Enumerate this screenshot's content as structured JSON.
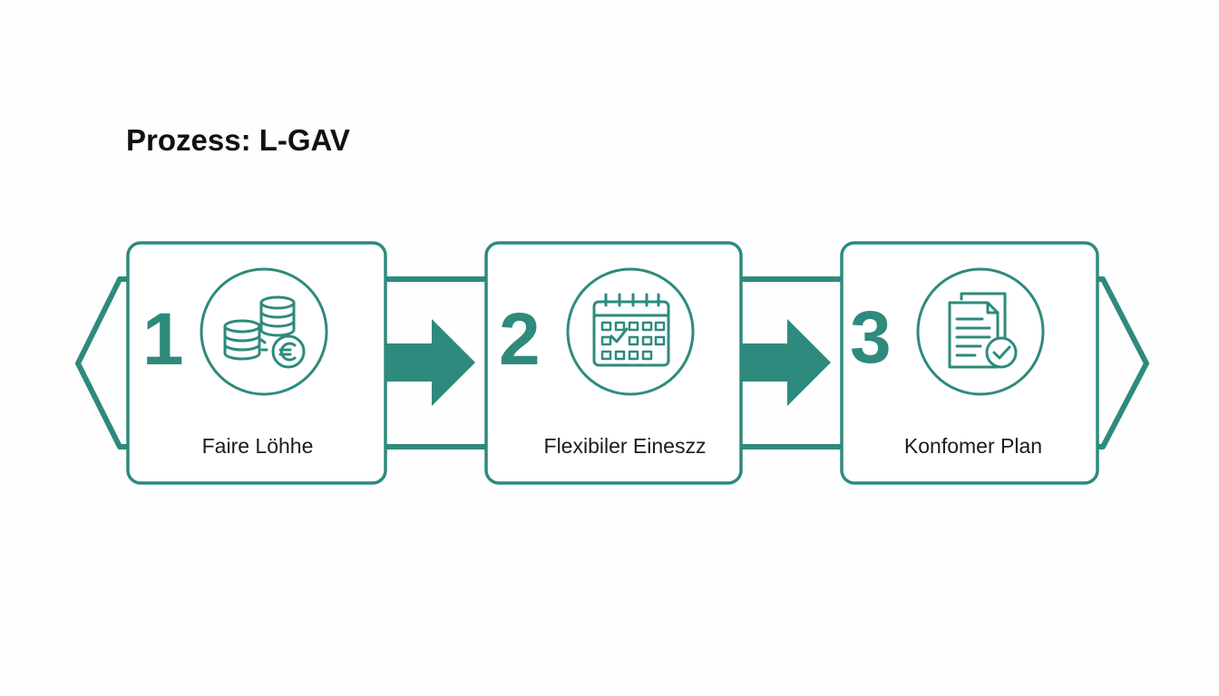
{
  "title": "Prozess: L-GAV",
  "accent_color": "#2e8a7d",
  "steps": [
    {
      "number": "1",
      "label": "Faire Löhhe",
      "icon": "coins-euro-icon"
    },
    {
      "number": "2",
      "label": "Flexibiler Eineszz",
      "icon": "calendar-icon"
    },
    {
      "number": "3",
      "label": "Konfomer Plan",
      "icon": "document-check-icon"
    }
  ]
}
